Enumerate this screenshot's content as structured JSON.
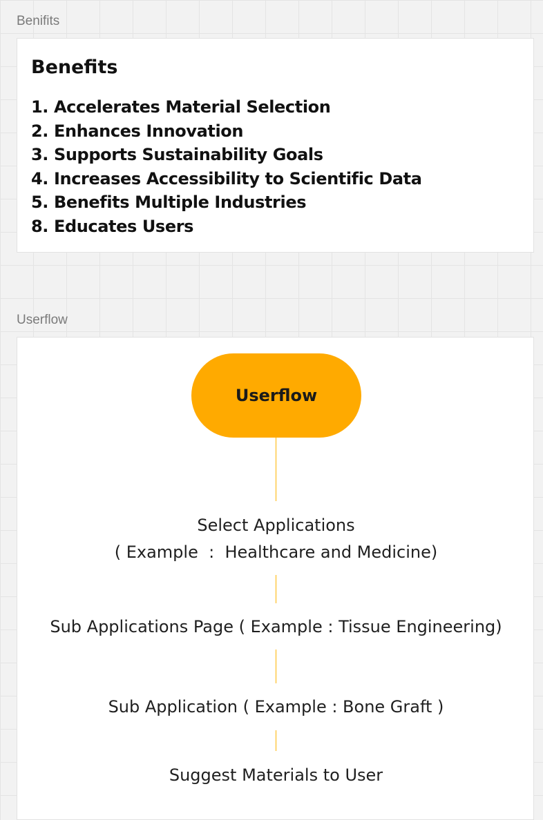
{
  "benefits_frame": {
    "frame_label": "Benifits",
    "heading": "Benefits",
    "items": [
      "1. Accelerates Material Selection",
      "2. Enhances Innovation",
      "3. Supports Sustainability Goals",
      "4. Increases Accessibility to Scientific Data",
      "5. Benefits Multiple Industries",
      "8. Educates Users"
    ]
  },
  "userflow_frame": {
    "frame_label": "Userflow",
    "start_node": "Userflow",
    "steps": [
      {
        "line1": "Select Applications",
        "line2": "( Example  :  Healthcare and Medicine)"
      },
      {
        "line1": "Sub Applications Page ( Example : Tissue Engineering)"
      },
      {
        "line1": "Sub Application ( Example : Bone Graft )"
      },
      {
        "line1": "Suggest Materials to User"
      }
    ]
  },
  "colors": {
    "canvas_background": "#f2f2f2",
    "node_fill": "#FFAA00",
    "connector": "#FFB400"
  }
}
